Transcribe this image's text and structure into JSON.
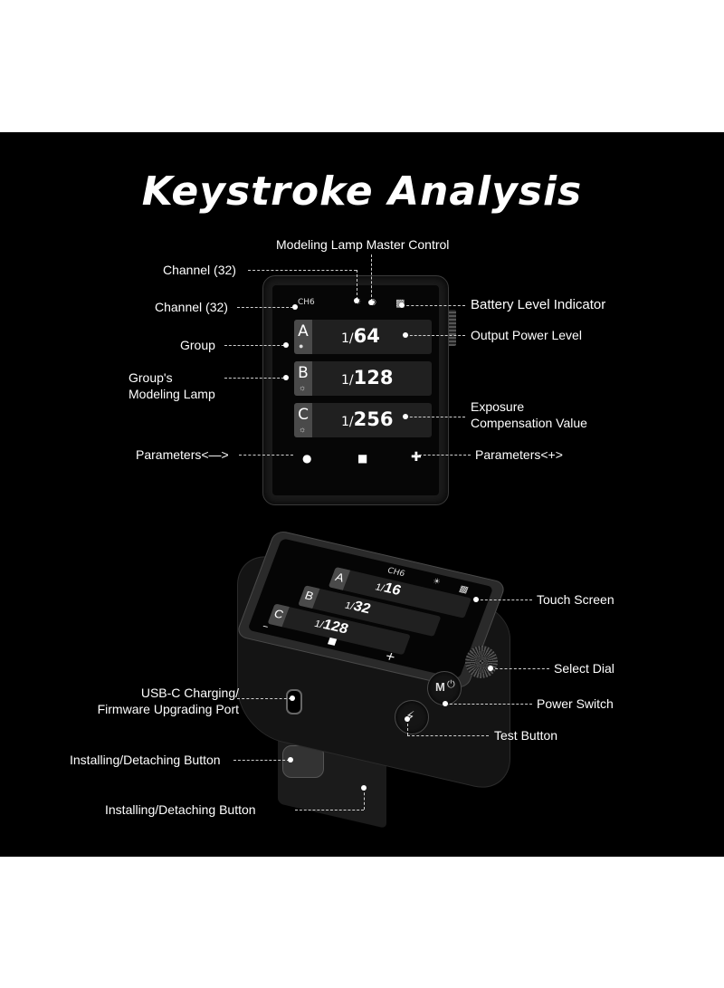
{
  "title": "Keystroke Analysis",
  "labels": {
    "modeling_lamp_master": "Modeling Lamp Master Control",
    "channel_top": "Channel (32)",
    "channel_left": "Channel (32)",
    "battery": "Battery Level Indicator",
    "group": "Group",
    "output_power": "Output Power Level",
    "group_modeling_line1": "Group's",
    "group_modeling_line2": "Modeling Lamp",
    "exposure_line1": "Exposure",
    "exposure_line2": "Compensation Value",
    "params_minus": "Parameters<—>",
    "params_plus": "Parameters<+>",
    "touch_screen": "Touch Screen",
    "select_dial": "Select Dial",
    "usb_line1": "USB-C Charging/",
    "usb_line2": "Firmware Upgrading Port",
    "power_switch": "Power Switch",
    "test_button": "Test Button",
    "install_1": "Installing/Detaching Button",
    "install_2": "Installing/Detaching Button"
  },
  "front_screen": {
    "channel": "CH6",
    "rows": [
      {
        "group": "A",
        "fraction": "1/",
        "power": "64"
      },
      {
        "group": "B",
        "fraction": "1/",
        "power": "128"
      },
      {
        "group": "C",
        "fraction": "1/",
        "power": "256"
      }
    ],
    "minus_symbol": "●",
    "center_symbol": "■",
    "plus_symbol": "✚"
  },
  "angled_screen": {
    "channel": "CH6",
    "rows": [
      {
        "group": "A",
        "fraction": "1/",
        "power": "16"
      },
      {
        "group": "B",
        "fraction": "1/",
        "power": "32"
      },
      {
        "group": "C",
        "fraction": "1/",
        "power": "128"
      }
    ],
    "minus_symbol": "–",
    "center_symbol": "■",
    "plus_symbol": "+",
    "power_button_label": "M"
  }
}
